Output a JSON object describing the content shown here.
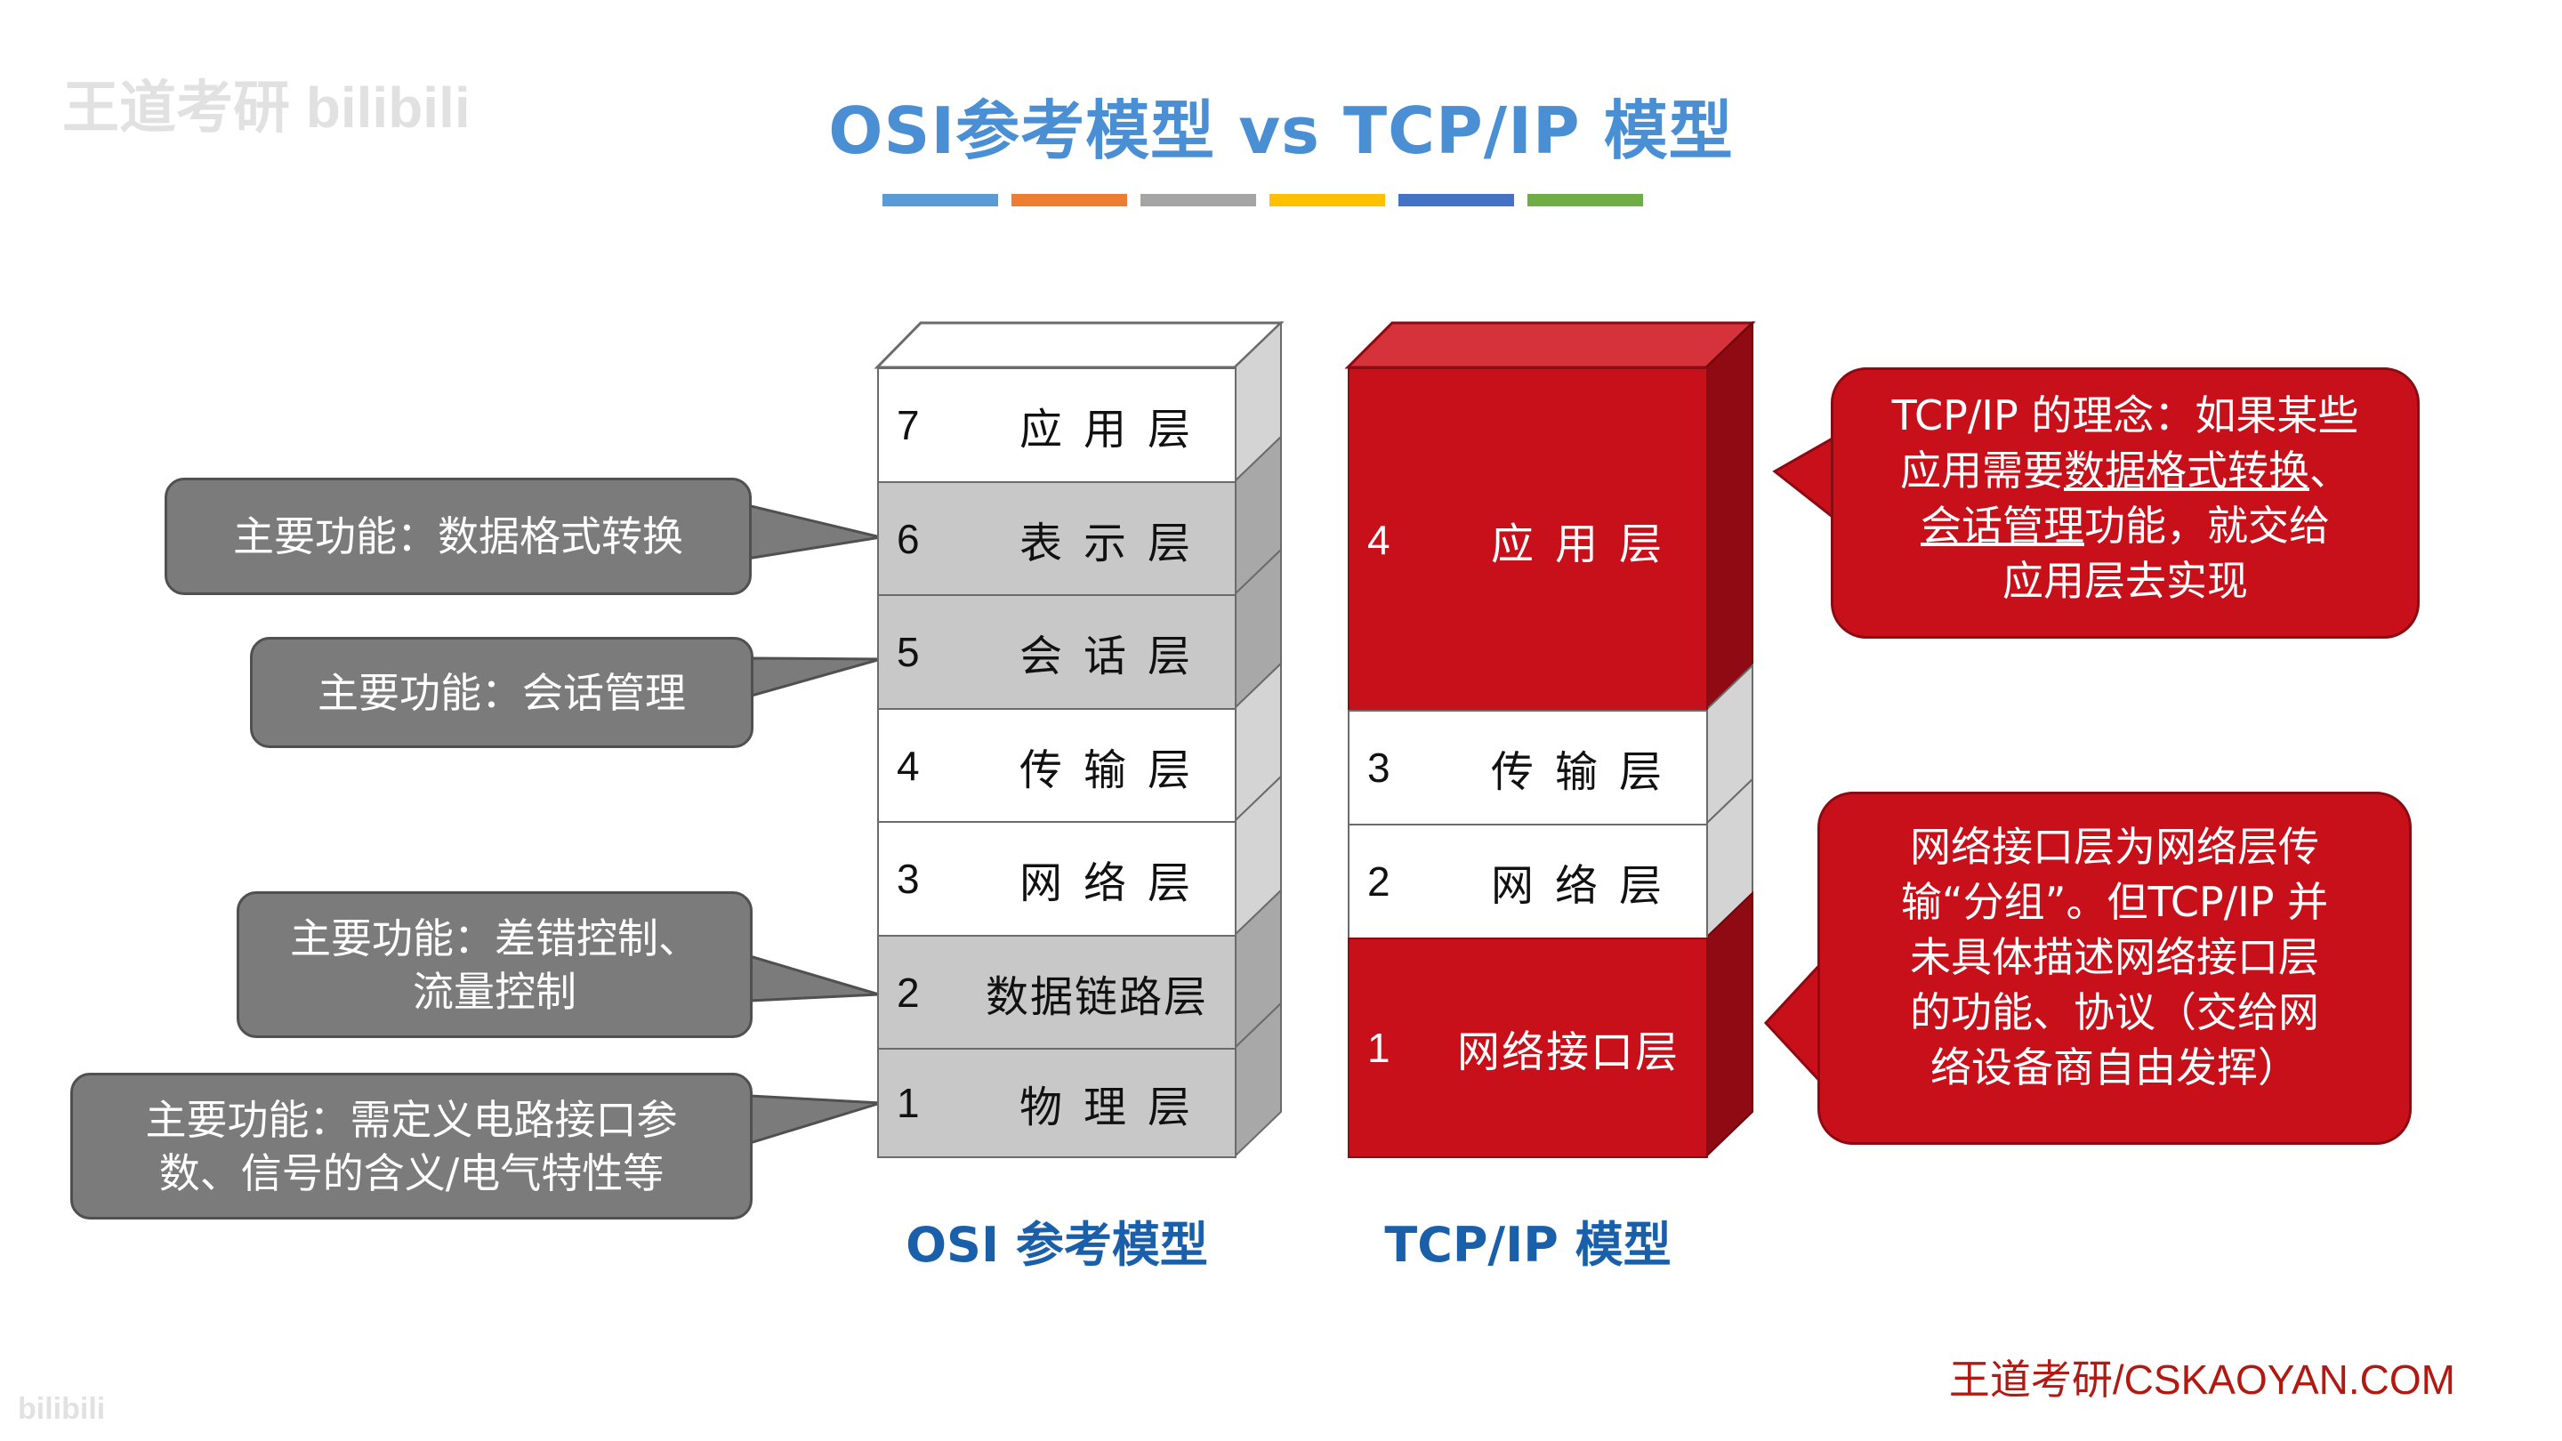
{
  "watermark": {
    "top_left": "王道考研 bilibili",
    "bottom_left": "bilibili"
  },
  "title": "OSI参考模型 vs TCP/IP 模型",
  "color_bar": [
    "#5b9bd5",
    "#ed7d31",
    "#a5a5a5",
    "#ffc000",
    "#4472c4",
    "#70ad47"
  ],
  "osi": {
    "caption": "OSI 参考模型",
    "layers": [
      {
        "num": "7",
        "name": "应用层"
      },
      {
        "num": "6",
        "name": "表示层"
      },
      {
        "num": "5",
        "name": "会话层"
      },
      {
        "num": "4",
        "name": "传输层"
      },
      {
        "num": "3",
        "name": "网络层"
      },
      {
        "num": "2",
        "name": "数据链路层"
      },
      {
        "num": "1",
        "name": "物理层"
      }
    ]
  },
  "tcpip": {
    "caption": "TCP/IP 模型",
    "layers": [
      {
        "num": "4",
        "name": "应用层"
      },
      {
        "num": "3",
        "name": "传输层"
      },
      {
        "num": "2",
        "name": "网络层"
      },
      {
        "num": "1",
        "name": "网络接口层"
      }
    ]
  },
  "callouts_left": {
    "presentation": {
      "line1": "主要功能：数据格式转换"
    },
    "session": {
      "line1": "主要功能：会话管理"
    },
    "datalink": {
      "line1": "主要功能：差错控制、",
      "line2": "流量控制"
    },
    "physical": {
      "line1": "主要功能：需定义电路接口参",
      "line2": "数、信号的含义/电气特性等"
    }
  },
  "callouts_right": {
    "idea": {
      "line1": "TCP/IP 的理念：如果某些",
      "line2_a": "应用需要",
      "line2_u": "数据格式转换",
      "line2_b": "、",
      "line3_u": "会话管理",
      "line3_b": "功能，就交给",
      "line4": "应用层去实现"
    },
    "interface": {
      "line1": "网络接口层为网络层传",
      "line2": "输“分组”。但TCP/IP 并",
      "line3": "未具体描述网络接口层",
      "line4": "的功能、协议（交给网",
      "line5": "络设备商自由发挥）"
    }
  },
  "footer": "王道考研/CSKAOYAN.COM",
  "colors": {
    "title_blue": "#4a8ed4",
    "caption_blue": "#1a5faa",
    "tcp_red": "#c8101b",
    "callout_grey": "#7b7b7b",
    "osi_grey": "#c8c8c8"
  }
}
